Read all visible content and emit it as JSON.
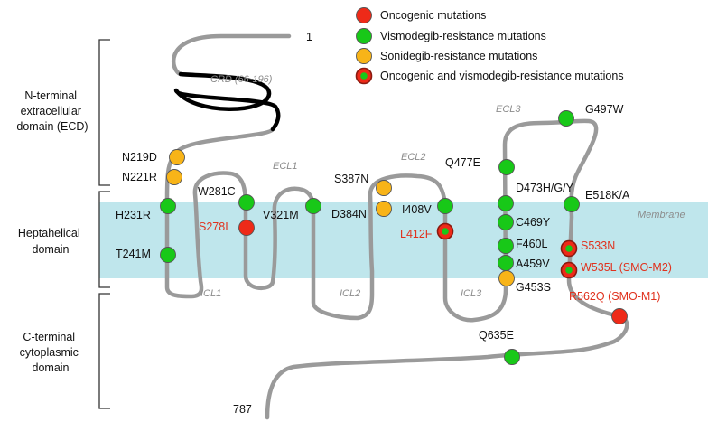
{
  "legend": [
    {
      "label": "Oncogenic mutations",
      "type": "oncogenic",
      "color": "#ee2a18"
    },
    {
      "label": "Vismodegib-resistance mutations",
      "type": "vismodegib",
      "color": "#18c818"
    },
    {
      "label": "Sonidegib-resistance mutations",
      "type": "sonidegib",
      "color": "#f8b418"
    },
    {
      "label": "Oncogenic and vismodegib-resistance mutations",
      "type": "both",
      "color": "#ee2a18"
    }
  ],
  "domains": {
    "ecd": [
      "N-terminal",
      "extracellular",
      "domain (ECD)"
    ],
    "heptahelical": "Heptahelical",
    "heptahelical2": "domain",
    "cterm": [
      "C-terminal",
      "cytoplasmic",
      "domain"
    ]
  },
  "terminals": {
    "n_term": "1",
    "c_term": "787"
  },
  "regions": {
    "crd": "CRD (66-196)",
    "membrane": "Membrane",
    "ecl1": "ECL1",
    "ecl2": "ECL2",
    "ecl3": "ECL3",
    "icl1": "ICL1",
    "icl2": "ICL2",
    "icl3": "ICL3"
  },
  "mutations": [
    {
      "label": "N219D",
      "type": "sonidegib"
    },
    {
      "label": "N221R",
      "type": "sonidegib"
    },
    {
      "label": "H231R",
      "type": "vismodegib"
    },
    {
      "label": "T241M",
      "type": "vismodegib"
    },
    {
      "label": "W281C",
      "type": "vismodegib"
    },
    {
      "label": "S278I",
      "type": "oncogenic"
    },
    {
      "label": "V321M",
      "type": "vismodegib"
    },
    {
      "label": "S387N",
      "type": "sonidegib"
    },
    {
      "label": "D384N",
      "type": "sonidegib"
    },
    {
      "label": "I408V",
      "type": "vismodegib"
    },
    {
      "label": "L412F",
      "type": "both"
    },
    {
      "label": "Q477E",
      "type": "vismodegib"
    },
    {
      "label": "D473H/G/Y",
      "type": "vismodegib"
    },
    {
      "label": "C469Y",
      "type": "vismodegib"
    },
    {
      "label": "F460L",
      "type": "vismodegib"
    },
    {
      "label": "A459V",
      "type": "vismodegib"
    },
    {
      "label": "G453S",
      "type": "sonidegib"
    },
    {
      "label": "G497W",
      "type": "vismodegib"
    },
    {
      "label": "E518K/A",
      "type": "vismodegib"
    },
    {
      "label": "S533N",
      "type": "both"
    },
    {
      "label": "W535L (SMO-M2)",
      "type": "both"
    },
    {
      "label": "R562Q (SMO-M1)",
      "type": "oncogenic"
    },
    {
      "label": "Q635E",
      "type": "vismodegib"
    }
  ],
  "colors": {
    "chain": "#9a9a9a",
    "crd_chain": "#000000",
    "membrane": "#bfe6ec",
    "oncogenic_text": "#e0321e",
    "bracket": "#333333"
  }
}
